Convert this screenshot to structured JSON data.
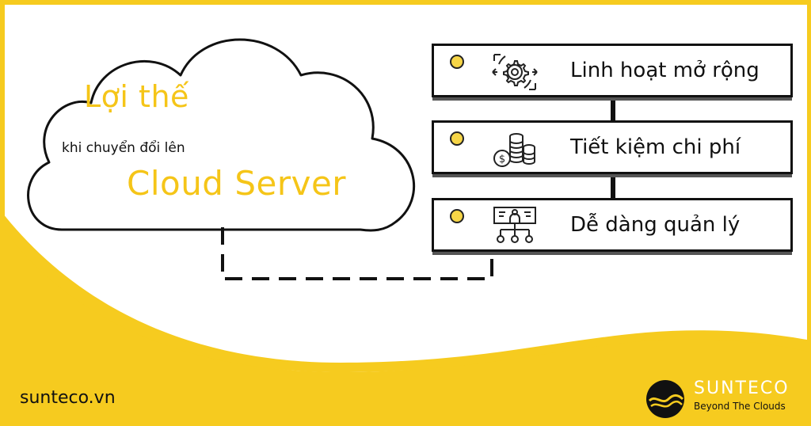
{
  "headline": {
    "title": "Lợi thế",
    "subtitle": "khi chuyển đổi lên",
    "highlight": "Cloud Server"
  },
  "benefits": [
    {
      "label": "Linh hoạt mở rộng",
      "icon": "gear-arrows-icon"
    },
    {
      "label": "Tiết kiệm chi phí",
      "icon": "coin-stack-icon"
    },
    {
      "label": "Dễ dàng quản lý",
      "icon": "management-network-icon"
    }
  ],
  "footer": {
    "website": "sunteco.vn",
    "brand_name": "SUNTECO",
    "tagline": "Beyond The Clouds"
  },
  "colors": {
    "accent_yellow": "#f6cb1f",
    "text_dark": "#111111",
    "background": "#ffffff"
  }
}
